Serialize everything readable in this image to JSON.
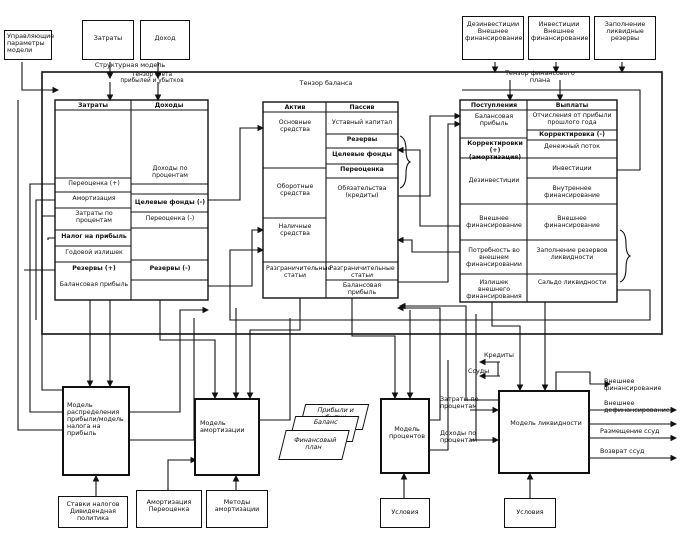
{
  "top_inputs": {
    "control_params": "Управляющие параметры модели",
    "costs": "Затраты",
    "income": "Доход",
    "disinvest": "Дезинвестиции Внешнее финансирование",
    "invest": "Инвестиции Внешнее финансирование",
    "liquidity_reserves": "Заполнение ликвидные резервы"
  },
  "labels": {
    "structural_model": "Структурная модель",
    "pl_tensor": "Тензор счета прибылей и убытков",
    "balance_tensor": "Тензор баланса",
    "financial_plan_tensor": "Тензор финансового плана"
  },
  "pl_table": {
    "col_costs": "Затраты",
    "col_income": "Доходы",
    "left_rows": [
      "Переоценка (+)",
      "Амортизация",
      "Затраты по процентам",
      "Налог на прибыль",
      "Годовой излишек",
      "Резервы (+)",
      "Балансовая прибыль"
    ],
    "right_rows": [
      "Доходы по процентам",
      "Целевые фонды (-)",
      "Переоценка (-)",
      "Резервы (-)"
    ]
  },
  "balance_table": {
    "col_assets": "Актив",
    "col_liab": "Пассив",
    "assets": [
      "Основные средства",
      "Оборотные средства",
      "Наличные средства",
      "Разграничительные статьи"
    ],
    "liabilities": [
      "Уставный капитал",
      "Резервы",
      "Целевые фонды",
      "Переоценка",
      "Обязательства (кредиты)",
      "Разграничительные статьи",
      "Балансовая прибыль"
    ]
  },
  "fin_table": {
    "col_in": "Поступления",
    "col_out": "Выплаты",
    "left_rows": [
      "Балансовая прибыль",
      "Корректировки (+) (амортизация)",
      "Дезинвестиции",
      "Внешнее финансирование",
      "Потребность во внешнем финансировании",
      "Излишек внешнего финансирования"
    ],
    "right_rows": [
      "Отчисления от прибыли прошлого года",
      "Корректировка (-)",
      "Денежный поток",
      "Инвестиции",
      "Внутреннее финансирование",
      "Внешнее финансирование",
      "Заполнение резервов ликвидности",
      "Сальдо ликвидности"
    ]
  },
  "models": {
    "tax": "Модель распределения прибыли/модель налога на прибыль",
    "amort": "Модель амортизации",
    "interest": "Модель процентов",
    "liquidity": "Модель ликвидности"
  },
  "outputs": {
    "sheet_pl": "Прибыли и убытки",
    "sheet_balance": "Баланс",
    "sheet_fin": "Финансовый план",
    "credits": "Кредиты",
    "loans": "Ссуды",
    "interest_costs": "Затраты по процентам",
    "interest_income": "Доходы по процентам",
    "ext_fin1": "Внешнее финансирование",
    "ext_fin2": "Внешнее дефинансирование",
    "placing_loans": "Размещение ссуд",
    "return_loans": "Возврат ссуд"
  },
  "bottom_inputs": {
    "tax_rates": "Ставки налогов Дивидендная политика",
    "amort_reval": "Амортизация Переоценка",
    "amort_methods": "Методы амортизации",
    "cond1": "Условия",
    "cond2": "Условия"
  }
}
